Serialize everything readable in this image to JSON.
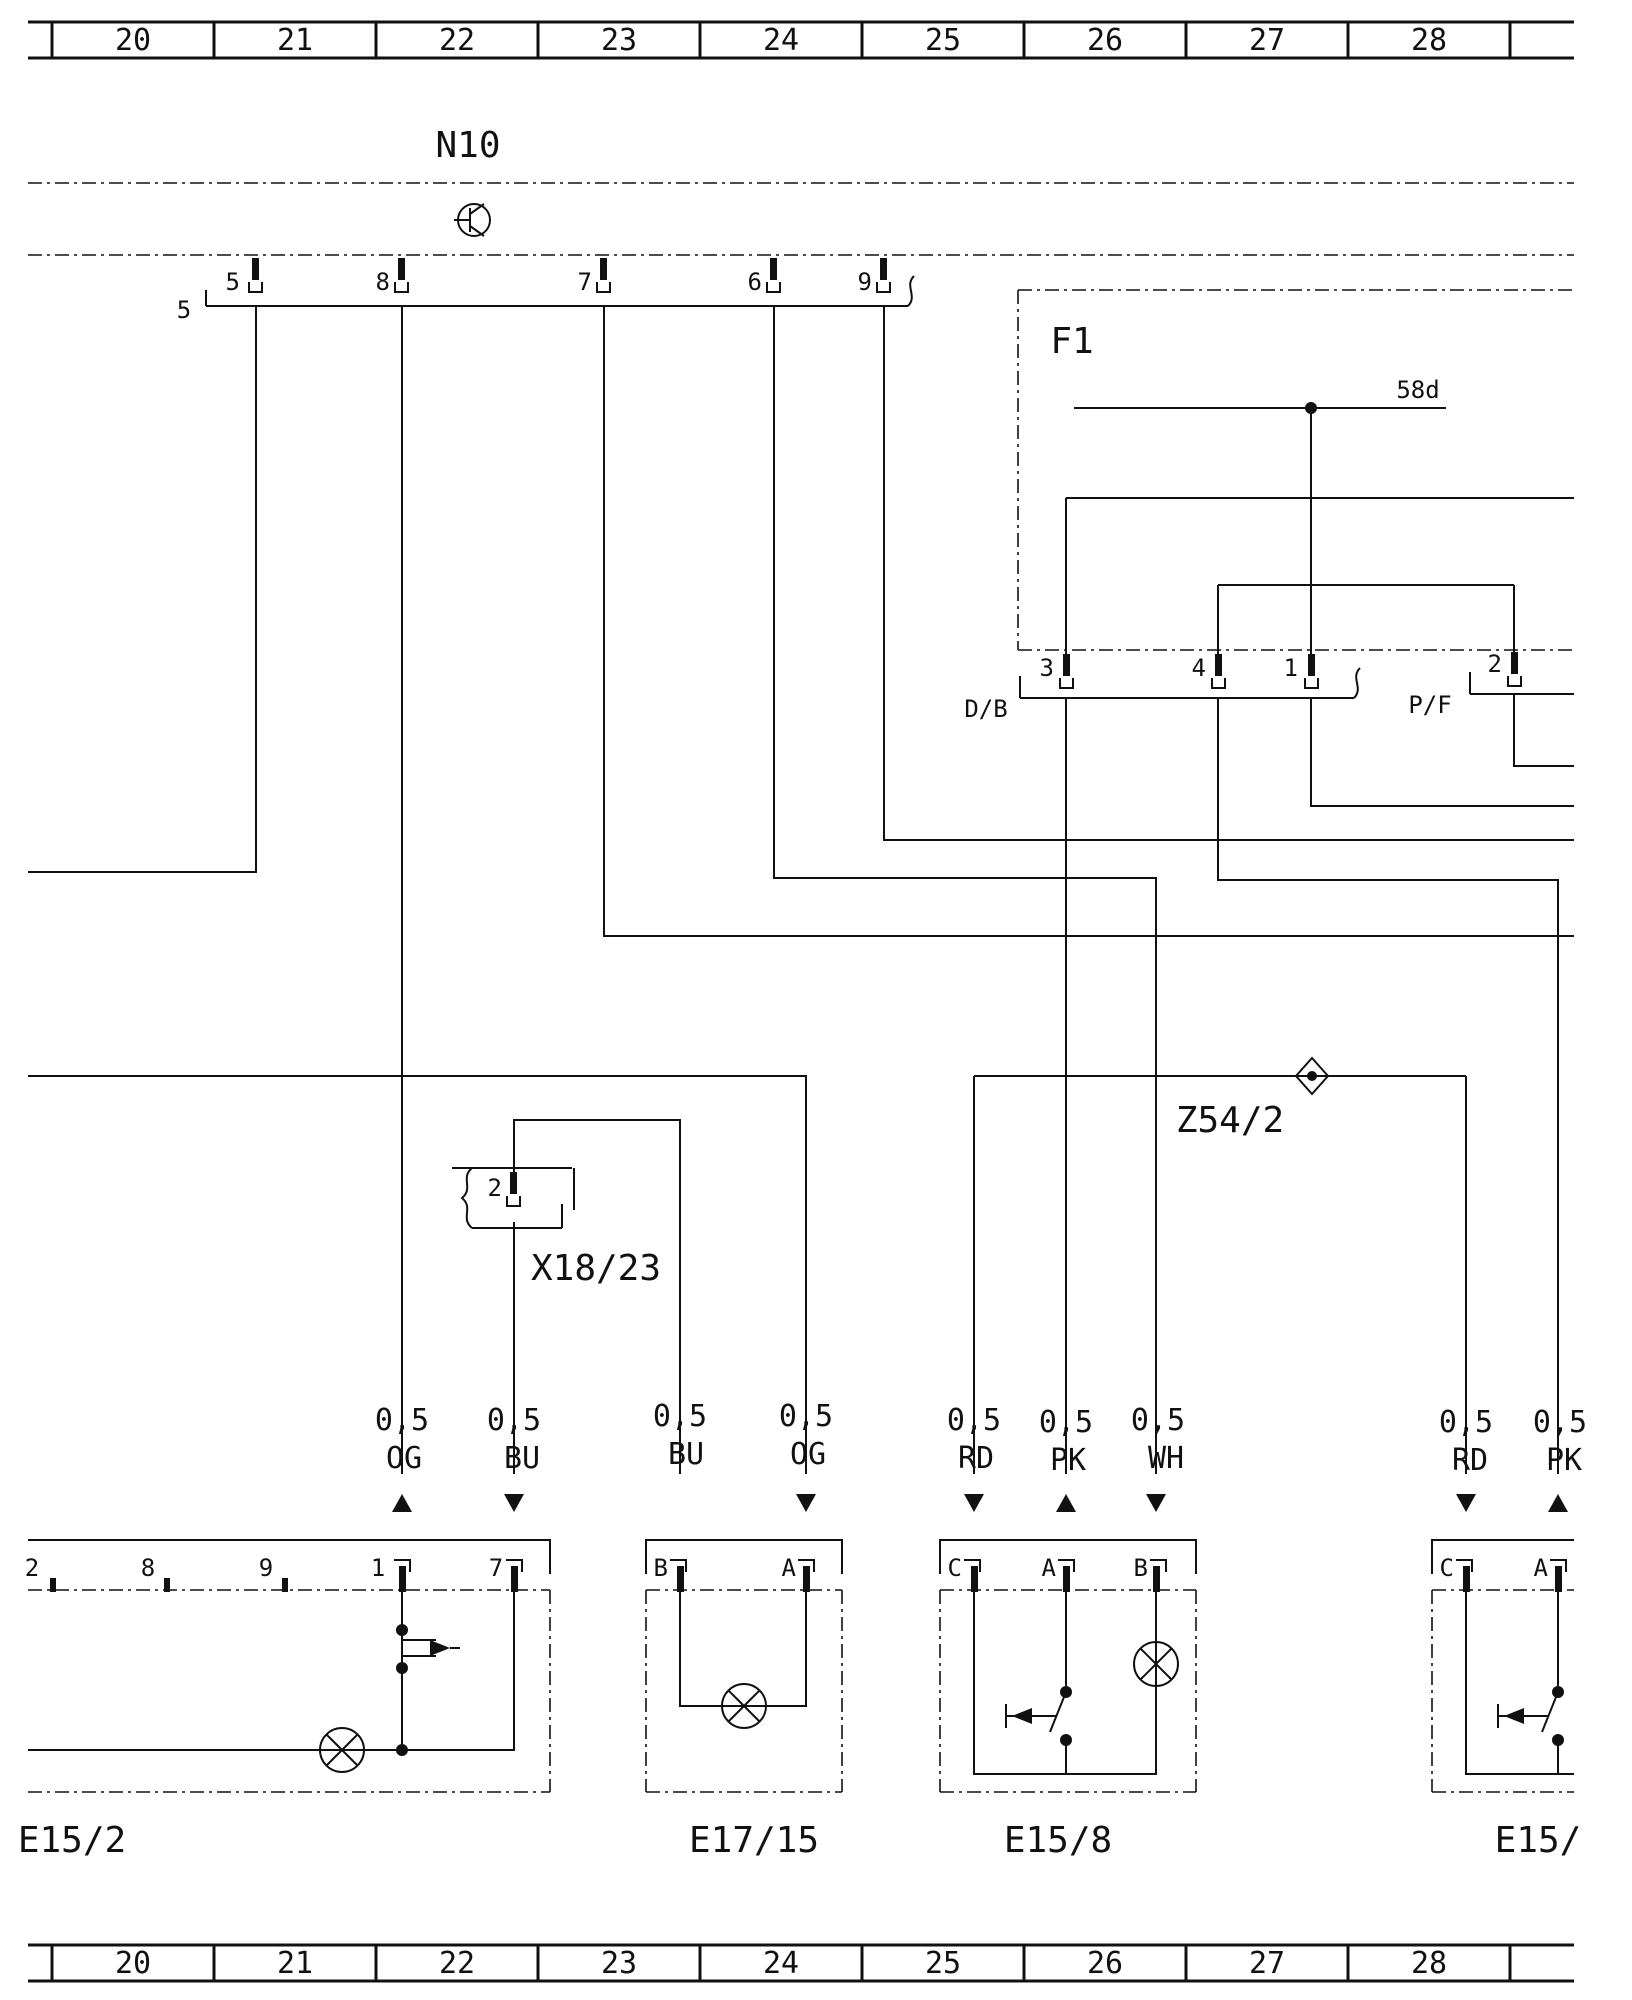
{
  "grid_numbers": [
    "20",
    "21",
    "22",
    "23",
    "24",
    "25",
    "26",
    "27",
    "28"
  ],
  "modules": {
    "n10": "N10",
    "f1": "F1",
    "f1_bus": "58d",
    "db": "D/B",
    "pf": "P/F",
    "z54": "Z54/2",
    "x18": "X18/23",
    "e15_2": "E15/2",
    "e17_15": "E17/15",
    "e15_8": "E15/8",
    "e15_right": "E15/"
  },
  "pins": {
    "n10_connector": "5",
    "n10": [
      "5",
      "8",
      "7",
      "6",
      "9"
    ],
    "f1": [
      "3",
      "4",
      "1",
      "2"
    ],
    "x18": "2",
    "e15_2": [
      "2",
      "8",
      "9",
      "1",
      "7"
    ],
    "e17_15": [
      "B",
      "A"
    ],
    "e15_8": [
      "C",
      "A",
      "B"
    ],
    "e15_right": [
      "C",
      "A"
    ]
  },
  "wires": [
    {
      "size": "0,5",
      "color": "OG"
    },
    {
      "size": "0,5",
      "color": "BU"
    },
    {
      "size": "0,5",
      "color": "BU"
    },
    {
      "size": "0,5",
      "color": "OG"
    },
    {
      "size": "0,5",
      "color": "RD"
    },
    {
      "size": "0,5",
      "color": "PK"
    },
    {
      "size": "0,5",
      "color": "WH"
    },
    {
      "size": "0,5",
      "color": "RD"
    },
    {
      "size": "0,5",
      "color": "PK"
    }
  ]
}
